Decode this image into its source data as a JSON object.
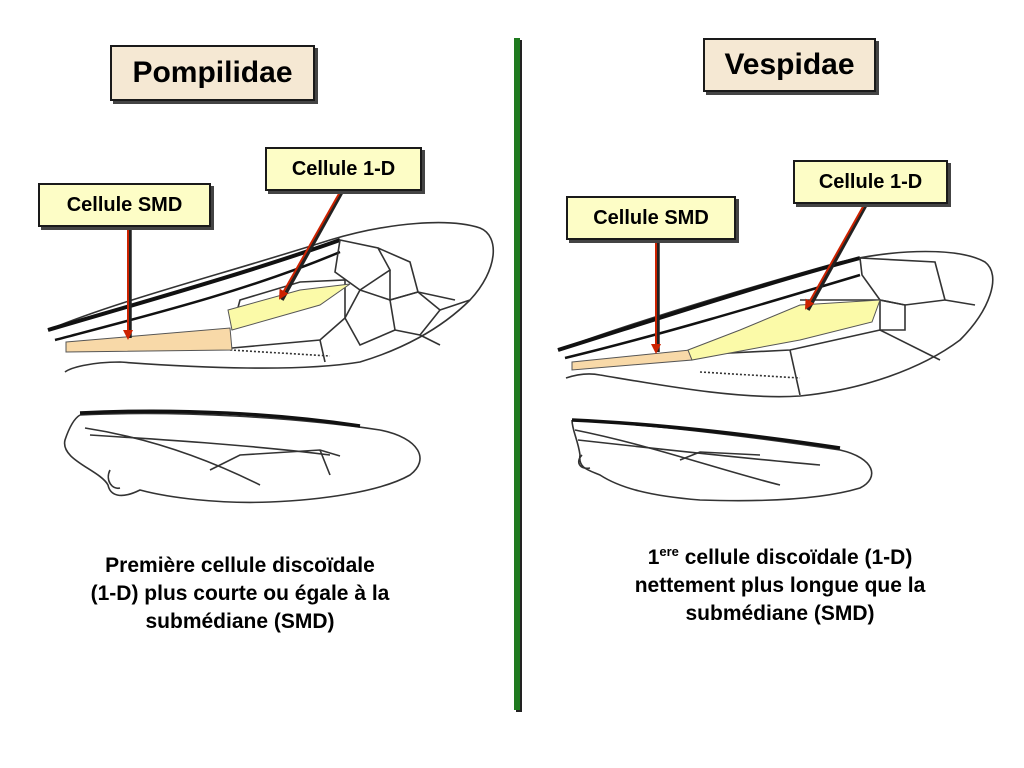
{
  "left": {
    "title": "Pompilidae",
    "label_smd": "Cellule SMD",
    "label_1d": "Cellule 1-D",
    "caption_lines": [
      "Première cellule discoïdale",
      "(1-D) plus courte ou égale à la",
      "submédiane (SMD)"
    ]
  },
  "right": {
    "title": "Vespidae",
    "label_smd": "Cellule SMD",
    "label_1d": "Cellule 1-D",
    "caption_num": "1",
    "caption_sup": "ere",
    "caption_line1_rest": " cellule discoïdale (1-D)",
    "caption_line2": "nettement plus longue que la",
    "caption_line3": "submédiane (SMD)"
  },
  "colors": {
    "title_bg": "#f5e8d3",
    "label_bg": "#fdfdc6",
    "smd_cell": "#f8d9a8",
    "d1_cell": "#fbfaa8",
    "arrow": "#cc2200",
    "divider": "#1f7a1f"
  }
}
